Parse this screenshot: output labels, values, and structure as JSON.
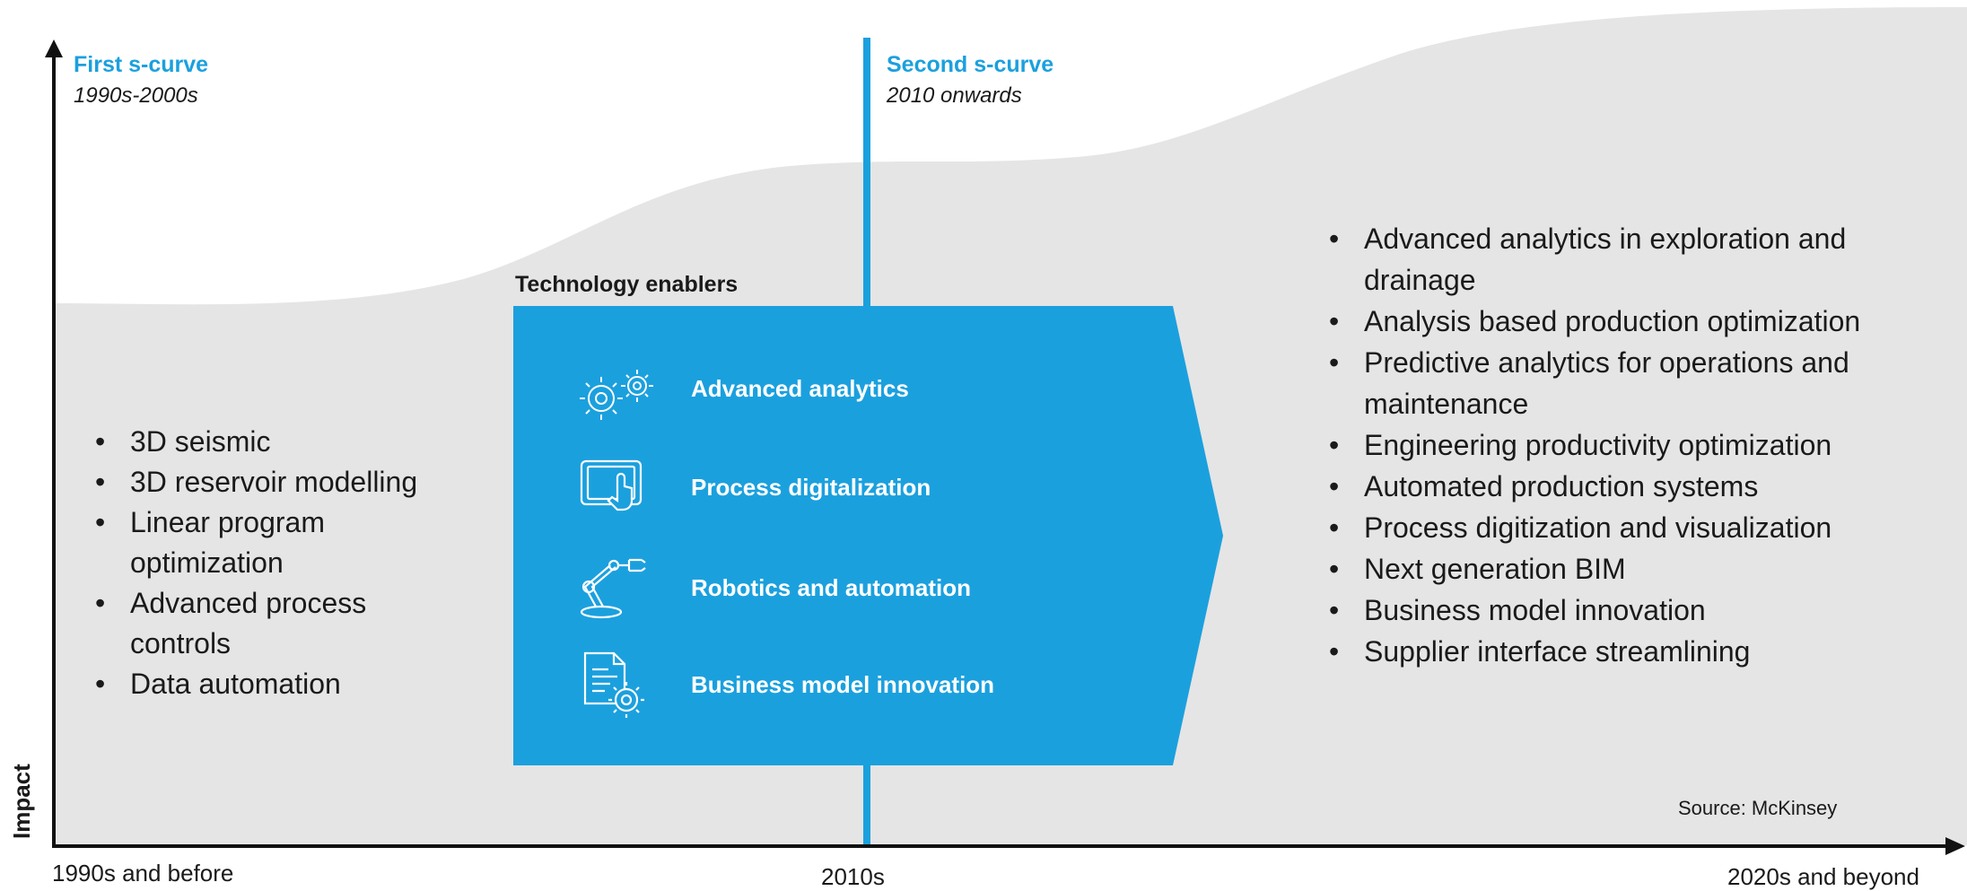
{
  "first_curve": {
    "title": "First s-curve",
    "period": "1990s-2000s"
  },
  "second_curve": {
    "title": "Second s-curve",
    "period": "2010 onwards"
  },
  "y_axis_label": "Impact",
  "x_axis_labels": {
    "start": "1990s and before",
    "middle": "2010s",
    "end": "2020s and beyond"
  },
  "left_items": [
    "3D seismic",
    "3D reservoir modelling",
    "Linear program optimization",
    "Advanced process controls",
    "Data automation"
  ],
  "enablers": {
    "title": "Technology enablers",
    "items": [
      {
        "label": "Advanced analytics",
        "icon": "gears-icon"
      },
      {
        "label": "Process digitalization",
        "icon": "tablet-touch-icon"
      },
      {
        "label": "Robotics and automation",
        "icon": "robot-arm-icon"
      },
      {
        "label": "Business model innovation",
        "icon": "document-gear-icon"
      }
    ]
  },
  "right_items": [
    "Advanced analytics in exploration and drainage",
    "Analysis based production optimization",
    "Predictive analytics for operations and maintenance",
    "Engineering productivity optimization",
    "Automated production systems",
    "Process digitization and visualization",
    "Next generation BIM",
    "Business model innovation",
    "Supplier interface streamlining"
  ],
  "source": "Source: McKinsey",
  "colors": {
    "accent": "#1ba0de",
    "area": "#e5e5e5",
    "text": "#1a1a1a"
  }
}
